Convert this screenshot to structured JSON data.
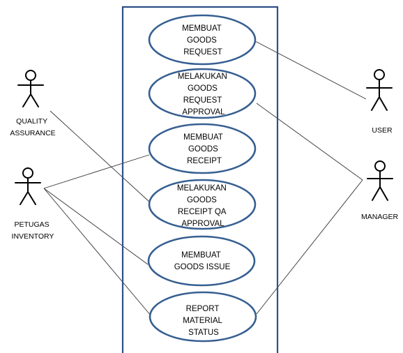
{
  "colors": {
    "boundary": "#2f4f88",
    "ellipse": "#365f91",
    "line": "#333333",
    "actor": "#000000"
  },
  "use_cases": [
    {
      "id": "uc1",
      "lines": [
        "MEMBUAT",
        "GOODS",
        "REQUEST"
      ]
    },
    {
      "id": "uc2",
      "lines": [
        "MELAKUKAN",
        "GOODS",
        "REQUEST",
        "APPROVAL"
      ]
    },
    {
      "id": "uc3",
      "lines": [
        "MEMBUAT",
        "GOODS",
        "RECEIPT"
      ]
    },
    {
      "id": "uc4",
      "lines": [
        "MELAKUKAN",
        "GOODS",
        "RECEIPT QA",
        "APPROVAL"
      ]
    },
    {
      "id": "uc5",
      "lines": [
        "MEMBUAT",
        "GOODS ISSUE"
      ]
    },
    {
      "id": "uc6",
      "lines": [
        "REPORT",
        "MATERIAL",
        "STATUS"
      ]
    }
  ],
  "actors": [
    {
      "id": "qa",
      "lines": [
        "QUALITY",
        "ASSURANCE"
      ]
    },
    {
      "id": "petugas",
      "lines": [
        "PETUGAS",
        "INVENTORY"
      ]
    },
    {
      "id": "user",
      "lines": [
        "USER"
      ]
    },
    {
      "id": "manager",
      "lines": [
        "MANAGER"
      ]
    }
  ],
  "associations": [
    [
      "user",
      "uc1"
    ],
    [
      "manager",
      "uc2"
    ],
    [
      "manager",
      "uc6"
    ],
    [
      "qa",
      "uc4"
    ],
    [
      "petugas",
      "uc3"
    ],
    [
      "petugas",
      "uc5"
    ],
    [
      "petugas",
      "uc6"
    ]
  ]
}
